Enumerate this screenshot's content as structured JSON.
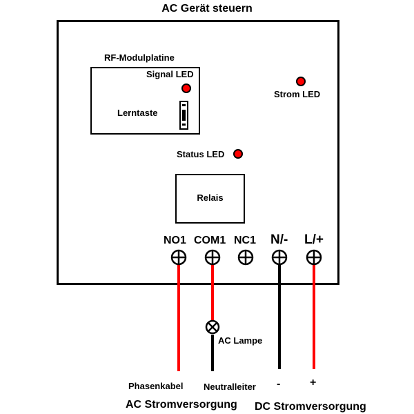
{
  "title": "AC Gerät steuern",
  "module": {
    "title": "RF-Modulplatine",
    "signal_led_label": "Signal LED",
    "learn_button_label": "Lerntaste"
  },
  "strom_led_label": "Strom LED",
  "status_led_label": "Status LED",
  "relay_label": "Relais",
  "terminals": [
    {
      "label": "NO1",
      "wire_color": "#ff0000"
    },
    {
      "label": "COM1",
      "wire_color": "#ff0000"
    },
    {
      "label": "NC1",
      "wire_color": null
    },
    {
      "label": "N/-",
      "wire_color": "#000000"
    },
    {
      "label": "L/+",
      "wire_color": "#ff0000"
    }
  ],
  "lamp_label": "AC Lampe",
  "wire_labels": {
    "phase": "Phasenkabel",
    "neutral": "Neutralleiter",
    "minus": "-",
    "plus": "+"
  },
  "supply_labels": {
    "ac": "AC Stromversorgung",
    "dc": "DC Stromversorgung"
  },
  "colors": {
    "led": "#ff0000",
    "live_wire": "#ff0000",
    "neutral_wire": "#000000"
  }
}
